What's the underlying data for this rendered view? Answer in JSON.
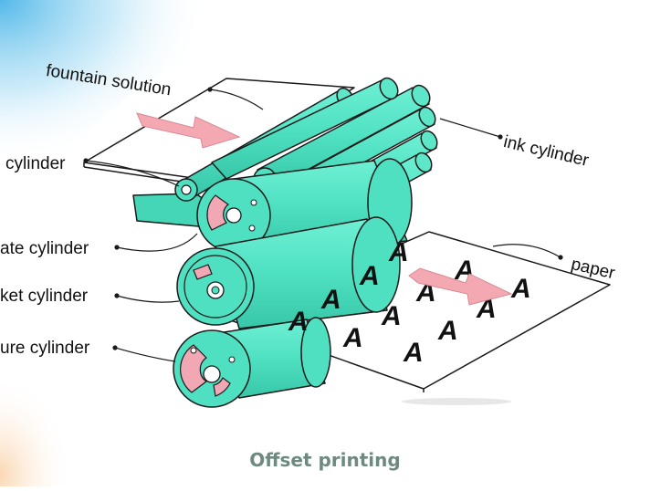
{
  "diagram": {
    "caption": "Offset printing",
    "labels": {
      "fountain_solution": "fountain solution",
      "water_cylinder": "cylinder",
      "plate_cylinder": "ate cylinder",
      "blanket_cylinder": "ket cylinder",
      "impression_cylinder": "ure cylinder",
      "ink_cylinder": "ink cylinder",
      "paper": "paper"
    },
    "print_glyph": "A"
  },
  "colors": {
    "cylinder_fill": "#4fe0c2",
    "cylinder_dark": "#36c4a7",
    "arrow_pink": "#f4a9b2",
    "end_cap_pink": "#f2a7b4",
    "outline": "#1a1a1a",
    "sky_accent": "#4bb8e8",
    "caption_color": "#6e8a80"
  }
}
